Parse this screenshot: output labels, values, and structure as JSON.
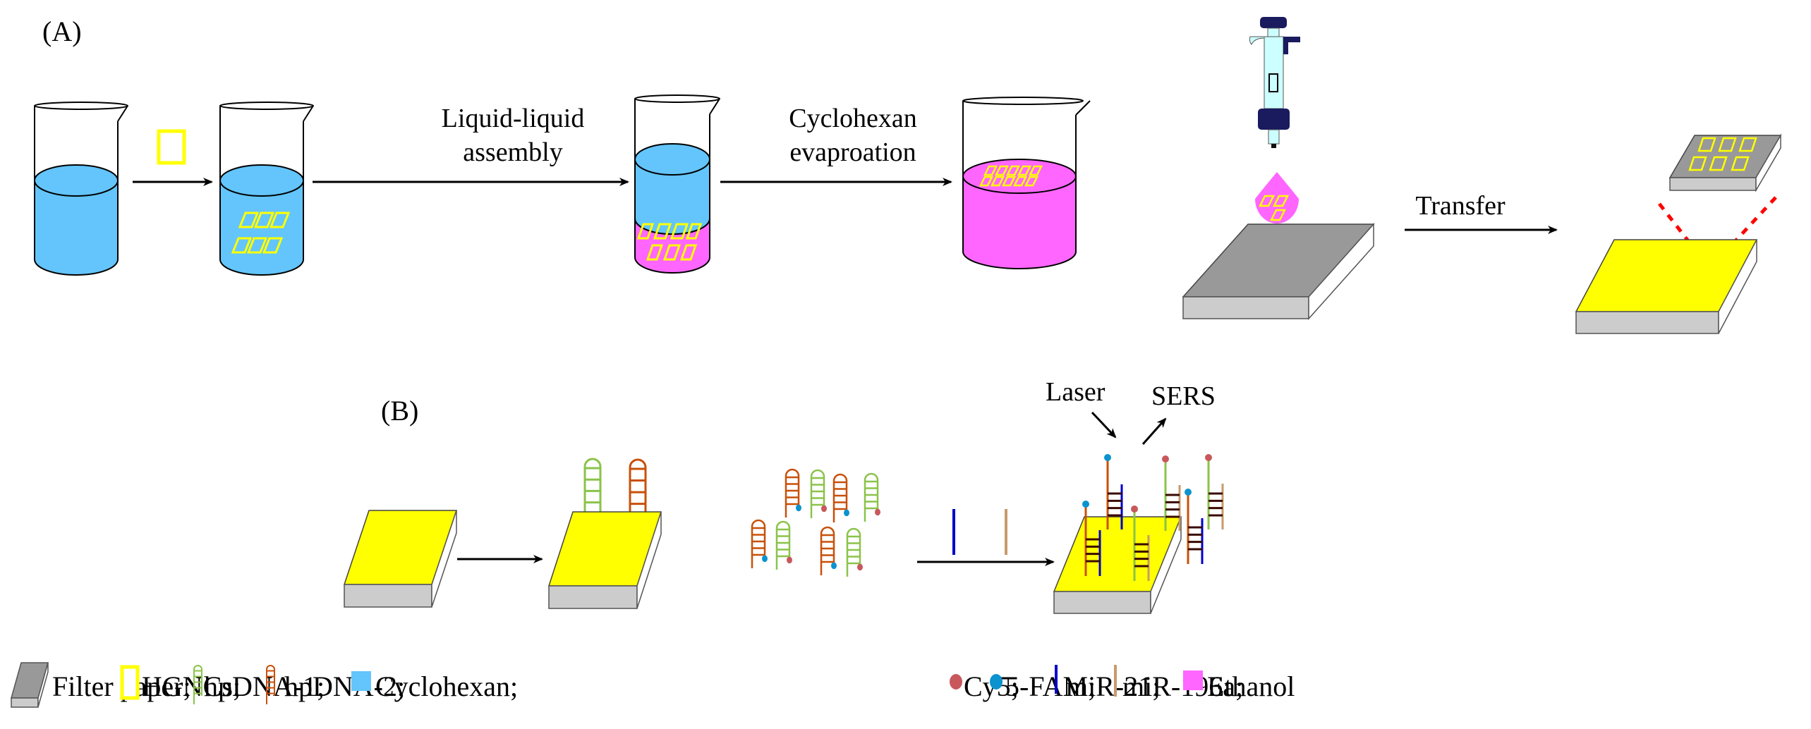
{
  "figure": {
    "panel_a": {
      "label": "(A)",
      "steps": [
        {
          "label_lines": []
        },
        {
          "label_lines": [
            "Liquid-liquid",
            "assembly"
          ]
        },
        {
          "label_lines": [
            "Cyclohexan",
            "evaproation"
          ]
        },
        {
          "label_lines": [
            "Transfer"
          ]
        }
      ]
    },
    "panel_b": {
      "label": "(B)",
      "laser_label": "Laser",
      "sers_label": "SERS"
    },
    "legend": [
      {
        "icon": "filter-paper-icon",
        "label": "Filter paper;"
      },
      {
        "icon": "hgnc-square-icon",
        "label": "HGNCs;"
      },
      {
        "icon": "hpdna1-hairpin-icon",
        "label": "hpDNA-1;"
      },
      {
        "icon": "hpdna2-hairpin-icon",
        "label": "hpDNA-2;"
      },
      {
        "icon": "cyclohexan-swatch-icon",
        "label": "Cyclohexan;"
      },
      {
        "icon": "cy5-dot-icon",
        "label": "Cy5;"
      },
      {
        "icon": "5fam-dot-icon",
        "label": "5-FAM;"
      },
      {
        "icon": "mir21-strand-icon",
        "label": "miR-21;"
      },
      {
        "icon": "mir196a-strand-icon",
        "label": "miR-196a;"
      },
      {
        "icon": "ethanol-swatch-icon",
        "label": "Ethanol"
      }
    ],
    "colors": {
      "cyclohexan": "#63c5fb",
      "ethanol": "#ff66ff",
      "hgnc": "#ffff00",
      "filter_paper_top": "#999999",
      "filter_paper_side": "#cccccc",
      "hpdna1": "#8bc34a",
      "hpdna2": "#c8500a",
      "cy5": "#c8585c",
      "fam": "#0b93cf",
      "mir21": "#0000cc",
      "mir196a": "#c89a6a",
      "laser": "#ff0000",
      "pipette_body": "#ccffff",
      "pipette_dark": "#1a1a5e"
    }
  }
}
